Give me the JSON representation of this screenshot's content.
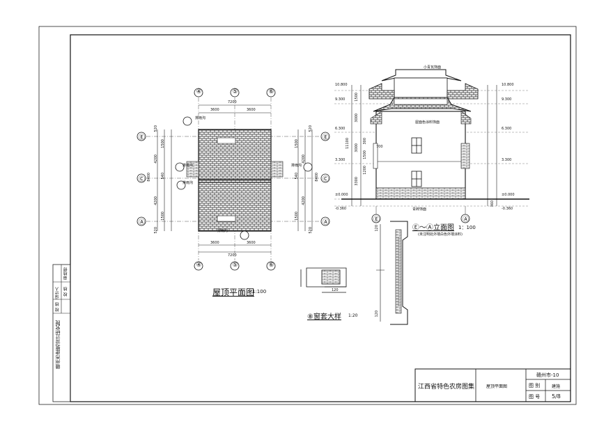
{
  "side_strip": {
    "institute": "赣州市建筑设计研究院",
    "designer": "设计人",
    "reviewer": "校 核",
    "drafter": "审核修",
    "checker": "校 核"
  },
  "title_block": {
    "project": "江西省特色农房图集",
    "drawing": "屋顶平面图",
    "series": "赣州市-10",
    "category_label": "图 别",
    "category_value": "建施",
    "number_label": "图 号",
    "number_value": "5/8"
  },
  "plan": {
    "title": "屋顶平面图",
    "scale": "1:100",
    "axes_top": [
      "④",
      "⑤",
      "⑥"
    ],
    "axes_bottom": [
      "④",
      "⑤",
      "⑥"
    ],
    "axes_left": [
      "Ⓔ",
      "Ⓒ",
      "Ⓐ"
    ],
    "axes_right": [
      "Ⓔ",
      "Ⓒ",
      "Ⓐ"
    ],
    "dim_total": "7200",
    "dim_bays": [
      "3600",
      "3600"
    ],
    "dim_total_bottom": "7200",
    "dim_bays_bottom": [
      "3600",
      "3600"
    ],
    "dims_left": [
      "520",
      "1500",
      "4200",
      "540",
      "8400",
      "4200",
      "1500",
      "520"
    ],
    "dims_right": [
      "520",
      "1500",
      "4200",
      "540",
      "8400",
      "4200",
      "1500",
      "520"
    ],
    "labels": [
      "排雨沟",
      "排雨沟",
      "排雨沟",
      "排雨沟",
      "排雨沟"
    ]
  },
  "detail": {
    "title": "⑧窗套大样",
    "scale": "1:20",
    "dim": "120"
  },
  "elevation": {
    "title": "Ⓔ～Ⓐ立面图",
    "scale": "1：100",
    "note": "(未注明处外墙白色外墙涂料)",
    "top_note": "小青瓦饰面",
    "wall_note": "屋面色涂料饰面",
    "base_note": "青砖饰面",
    "levels_left": [
      "10.800",
      "9.300",
      "6.300",
      "3.300",
      "±0.000",
      "-0.360"
    ],
    "levels_right": [
      "10.800",
      "9.300",
      "6.300",
      "3.300",
      "±0.000",
      "-0.360"
    ],
    "dims": [
      "1500",
      "3000",
      "3000",
      "3300",
      "11100",
      "1200",
      "1500",
      "300",
      "700",
      "360"
    ],
    "axis_left": "Ⓔ",
    "axis_right": "Ⓐ"
  },
  "section": {
    "dims": [
      "120",
      "120"
    ]
  }
}
